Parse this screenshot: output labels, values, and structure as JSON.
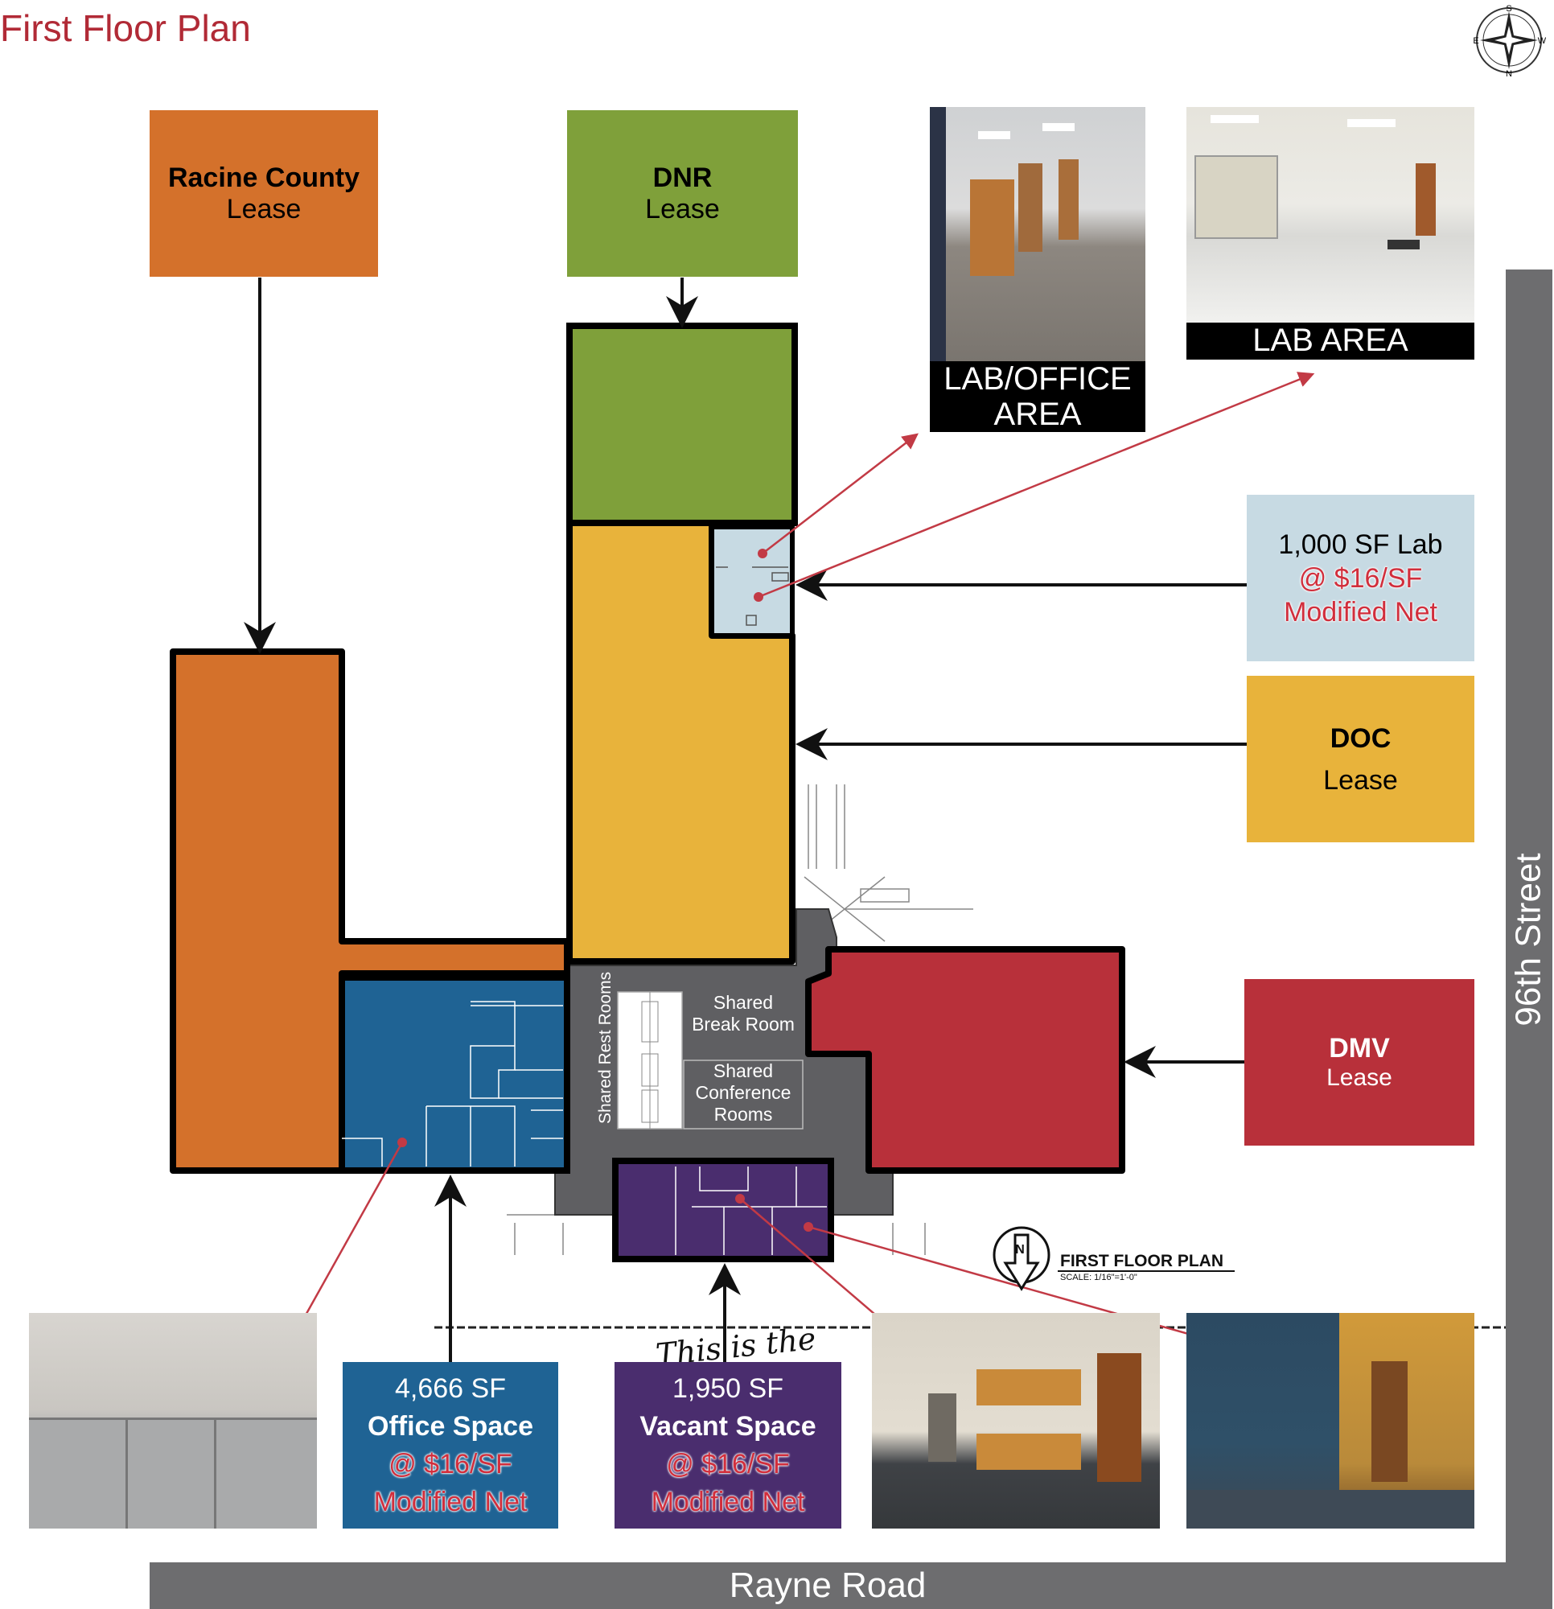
{
  "title": "First Floor Plan",
  "compass": {
    "s": "S",
    "n": "N",
    "e": "E",
    "w": "W"
  },
  "boxes": {
    "racine": {
      "line1": "Racine County",
      "line2": "Lease",
      "color": "#d4712b"
    },
    "dnr": {
      "line1": "DNR",
      "line2": "Lease",
      "color": "#7fa03a"
    },
    "lab": {
      "line1": "1,000 SF Lab",
      "line2": "@ $16/SF",
      "line3": "Modified Net",
      "color": "#c7dae3"
    },
    "doc": {
      "line1": "DOC",
      "line2": "Lease",
      "color": "#e8b33b"
    },
    "dmv": {
      "line1": "DMV",
      "line2": "Lease",
      "color": "#b8303a"
    },
    "office": {
      "line1": "4,666 SF",
      "line2": "Office Space",
      "line3": "@ $16/SF",
      "line4": "Modified Net",
      "color": "#1f6394"
    },
    "vacant": {
      "line1": "1,950 SF",
      "line2": "Vacant Space",
      "line3": "@ $16/SF",
      "line4": "Modified Net",
      "color": "#4a2d6e"
    }
  },
  "photos": {
    "lab_office": "LAB/OFFICE\nAREA",
    "lab_office_l1": "LAB/OFFICE",
    "lab_office_l2": "AREA",
    "lab_area": "LAB AREA"
  },
  "floor_labels": {
    "rest_rooms": "Shared Rest Rooms",
    "break_l1": "Shared",
    "break_l2": "Break Room",
    "conf_l1": "Shared",
    "conf_l2": "Conference",
    "conf_l3": "Rooms",
    "plan_title": "FIRST FLOOR PLAN",
    "plan_scale": "SCALE:  1/16\"=1'-0\"",
    "handwriting": "This is the"
  },
  "roads": {
    "bottom": "Rayne Road",
    "right": "96th Street"
  }
}
